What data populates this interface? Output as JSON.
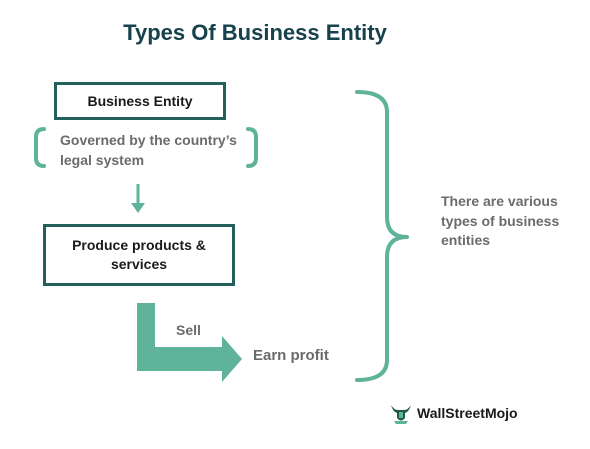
{
  "title": "Types Of Business Entity",
  "boxes": {
    "business_entity": "Business Entity",
    "produce": "Produce products  & services"
  },
  "notes": {
    "governed": "Governed by the country’s legal system",
    "various": "There are various types of business entities"
  },
  "flow_labels": {
    "sell": "Sell",
    "earn_profit": "Earn profit"
  },
  "brand": {
    "name": "WallStreetMojo",
    "icon": "bull-icon"
  },
  "colors": {
    "accent": "#5fb39a",
    "box_border": "#245f5a",
    "title": "#17424c",
    "text_gray": "#6b6b6b"
  }
}
